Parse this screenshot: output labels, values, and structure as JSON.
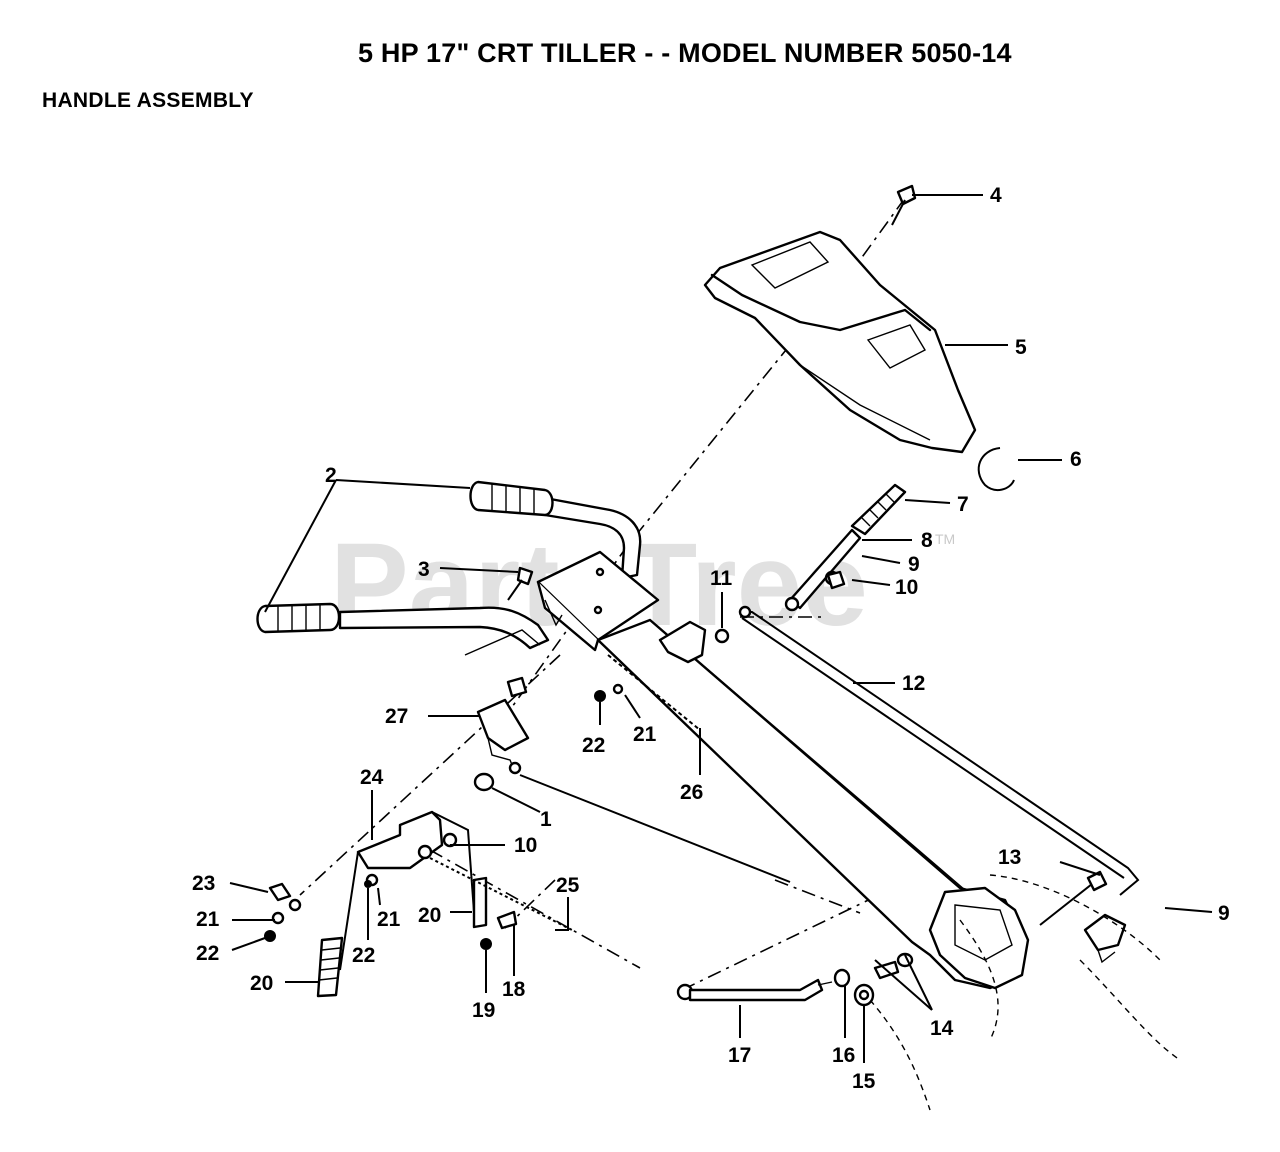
{
  "title": "5 HP  17\" CRT TILLER - - MODEL NUMBER 5050-14",
  "subtitle": "HANDLE ASSEMBLY",
  "watermark": {
    "text": "PartsTree",
    "mark": "TM"
  },
  "callouts": {
    "c1": "1",
    "c2": "2",
    "c3": "3",
    "c4": "4",
    "c5": "5",
    "c6": "6",
    "c7": "7",
    "c8": "8",
    "c9a": "9",
    "c9b": "9",
    "c10a": "10",
    "c10b": "10",
    "c11": "11",
    "c12": "12",
    "c13": "13",
    "c14": "14",
    "c15": "15",
    "c16": "16",
    "c17": "17",
    "c18": "18",
    "c19": "19",
    "c20a": "20",
    "c20b": "20",
    "c21a": "21",
    "c21b": "21",
    "c21c": "21",
    "c22a": "22",
    "c22b": "22",
    "c22c": "22",
    "c23": "23",
    "c24": "24",
    "c25": "25",
    "c26": "26",
    "c27": "27"
  }
}
